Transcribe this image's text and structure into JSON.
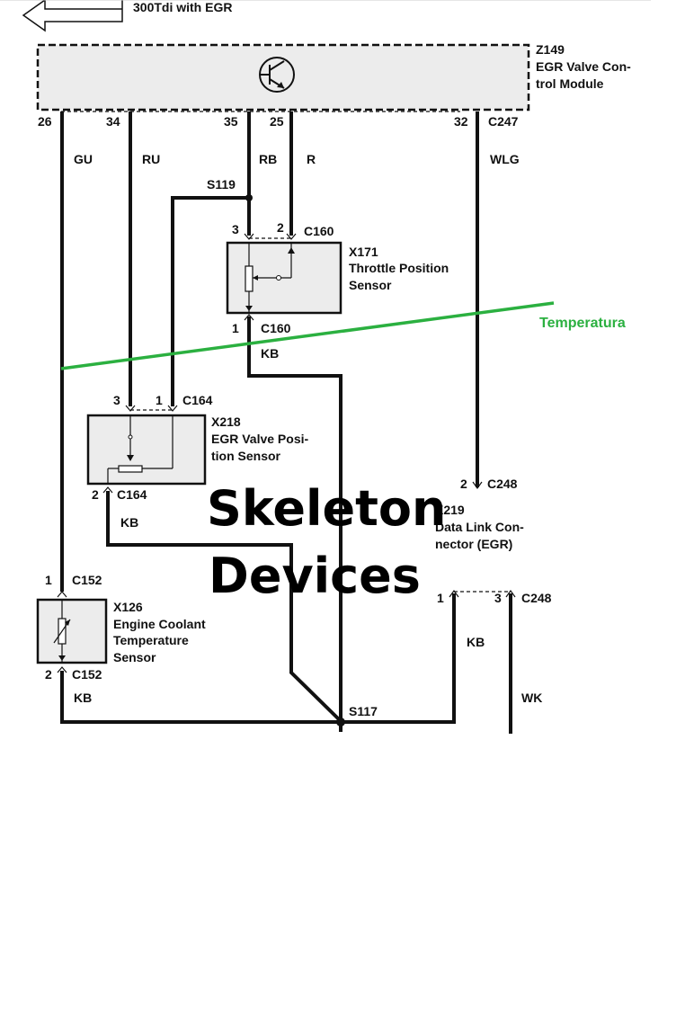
{
  "header": {
    "title": "300Tdi with EGR"
  },
  "module": {
    "id": "Z149",
    "name_line1": "EGR Valve Con-",
    "name_line2": "trol Module"
  },
  "module_pins": {
    "p26": "26",
    "p34": "34",
    "p35": "35",
    "p25": "25",
    "p32": "32",
    "connector": "C247"
  },
  "wire_colors": {
    "gu": "GU",
    "ru": "RU",
    "rb": "RB",
    "r": "R",
    "wlg": "WLG",
    "kb1": "KB",
    "kb2": "KB",
    "kb3": "KB",
    "kb4": "KB",
    "wk": "WK"
  },
  "splices": {
    "s119": "S119",
    "s117": "S117"
  },
  "tps": {
    "id": "X171",
    "name_line1": "Throttle Position",
    "name_line2": "Sensor",
    "pin_top_left": "3",
    "pin_top_right": "2",
    "conn_top": "C160",
    "pin_bottom": "1",
    "conn_bottom": "C160"
  },
  "egrpos": {
    "id": "X218",
    "name_line1": "EGR Valve Posi-",
    "name_line2": "tion Sensor",
    "pin_top_left": "3",
    "pin_top_right": "1",
    "conn_top": "C164",
    "pin_bottom": "2",
    "conn_bottom": "C164"
  },
  "coolant": {
    "id": "X126",
    "name_line1": "Engine Coolant",
    "name_line2": "Temperature",
    "name_line3": "Sensor",
    "pin_top": "1",
    "conn_top": "C152",
    "pin_bottom": "2",
    "conn_bottom": "C152"
  },
  "dlc": {
    "pin_top": "2",
    "conn_top": "C248",
    "id": "X219",
    "name_line1": "Data Link Con-",
    "name_line2": "nector (EGR)",
    "pin_left": "1",
    "pin_right": "3",
    "conn_bottom": "C248"
  },
  "annotation": {
    "text": "Temperatura",
    "color": "#2bb040"
  },
  "overlay": {
    "line1": "Skeleton",
    "line2": "Devices"
  },
  "colors": {
    "box_fill": "#ececec",
    "wire": "#111111",
    "annotation_line": "#2bb040"
  }
}
